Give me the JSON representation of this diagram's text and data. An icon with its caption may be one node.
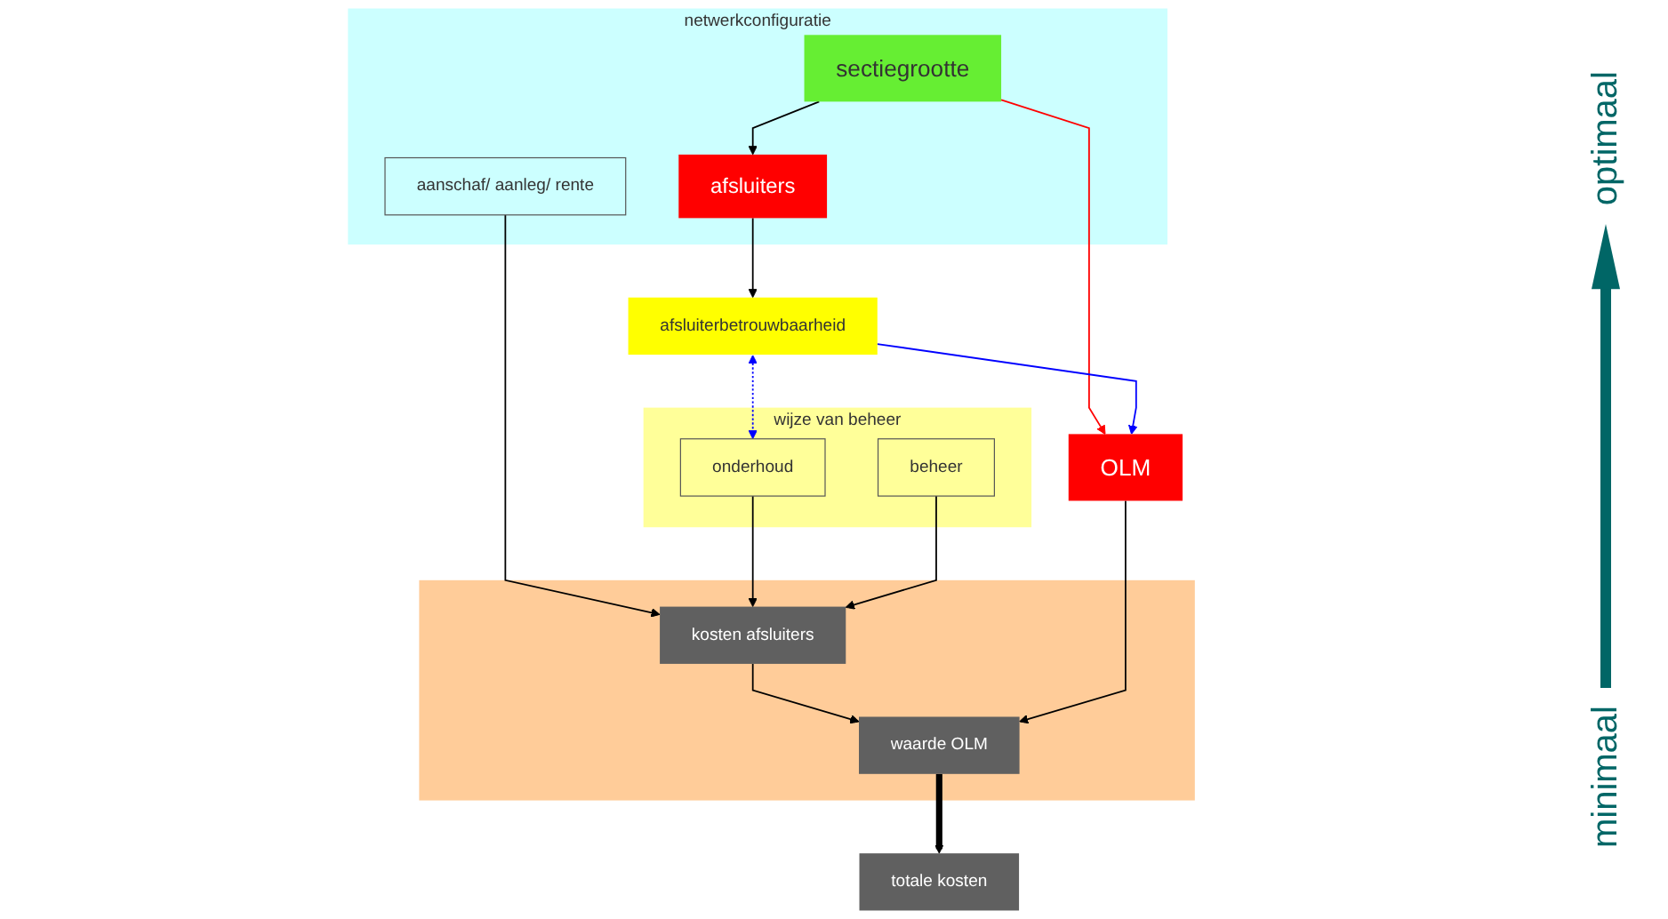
{
  "diagram": {
    "nodes": [
      {
        "text": [
          "netwerkconfiguratie"
        ]
      },
      {
        "text": [
          "sectiegrootte"
        ],
        "in": 0
      },
      {
        "text": [
          "afsluiters"
        ],
        "in": 0
      },
      {
        "text": [
          "aanschaf/ aanleg/ rente"
        ],
        "in": 0
      },
      {
        "text": [
          "OLM"
        ]
      },
      {
        "text": [
          "wijze van beheer"
        ]
      },
      {
        "text": [
          "afsluiterbetrouwbaarheid"
        ]
      },
      {
        "text": [
          "onderhoud"
        ],
        "in": 5
      },
      {
        "text": [
          "beheer"
        ],
        "in": 5
      },
      {
        "text": [],
        "shape": "band"
      },
      {
        "text": [
          "kosten afsluiters"
        ],
        "in": 9
      },
      {
        "text": [
          "waarde OLM"
        ],
        "in": 9
      },
      {
        "text": [
          "totale kosten"
        ]
      }
    ],
    "edges": [
      {
        "from": 1,
        "to": 2,
        "arrow": "to"
      },
      {
        "from": 2,
        "to": 6,
        "arrow": "to"
      },
      {
        "from": 1,
        "to": 4,
        "arrow": "to",
        "color": "#ff0000"
      },
      {
        "from": 6,
        "to": 4,
        "arrow": "to",
        "color": "#0000ff"
      },
      {
        "from": 6,
        "to": 7,
        "arrow": "both",
        "style": "dashed",
        "color": "#0000ff"
      },
      {
        "from": 3,
        "to": 10,
        "arrow": "to"
      },
      {
        "from": 7,
        "to": 10,
        "arrow": "to"
      },
      {
        "from": 8,
        "to": 10,
        "arrow": "to"
      },
      {
        "from": 10,
        "to": 11,
        "arrow": "to"
      },
      {
        "from": 4,
        "to": 11,
        "arrow": "to"
      },
      {
        "from": 11,
        "to": 12,
        "arrow": "to",
        "style": "thick"
      }
    ],
    "labels": [
      "optimaal",
      "minimaal"
    ]
  }
}
